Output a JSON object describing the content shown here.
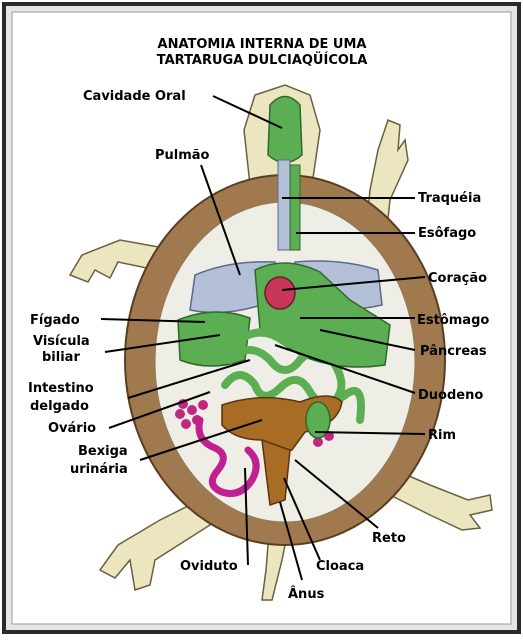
{
  "title_lines": [
    "ANATOMIA INTERNA DE UMA",
    "TARTARUGA DULCIAQÜÍCOLA"
  ],
  "labels": {
    "cavidade_oral": "Cavidade Oral",
    "pulmao": "Pulmão",
    "traqueia": "Traquéia",
    "esofago": "Esôfago",
    "coracao": "Coração",
    "figado": "Fígado",
    "estomago": "Estômago",
    "visicula_line1": "Visícula",
    "visicula_line2": "biliar",
    "pancreas": "Pâncreas",
    "intestino_line1": "Intestino",
    "intestino_line2": "delgado",
    "duodeno": "Duodeno",
    "ovario": "Ovário",
    "rim": "Rim",
    "bexiga_line1": "Bexiga",
    "bexiga_line2": "urinária",
    "reto": "Reto",
    "oviduto": "Oviduto",
    "cloaca": "Cloaca",
    "anus": "Ânus"
  },
  "colors": {
    "frame_outer": "#2a2a2a",
    "frame_inner": "#e8e8e8",
    "background": "#ffffff",
    "shell": "#a07a4e",
    "plastron": "#eeeee6",
    "skin": "#ece6c0",
    "lung": "#b4c0d8",
    "organ_green": "#5cae52",
    "heart": "#c8375a",
    "bladder": "#a86c24",
    "oviduct": "#c02090",
    "ovary": "#c02880",
    "label_text": "#000000"
  }
}
